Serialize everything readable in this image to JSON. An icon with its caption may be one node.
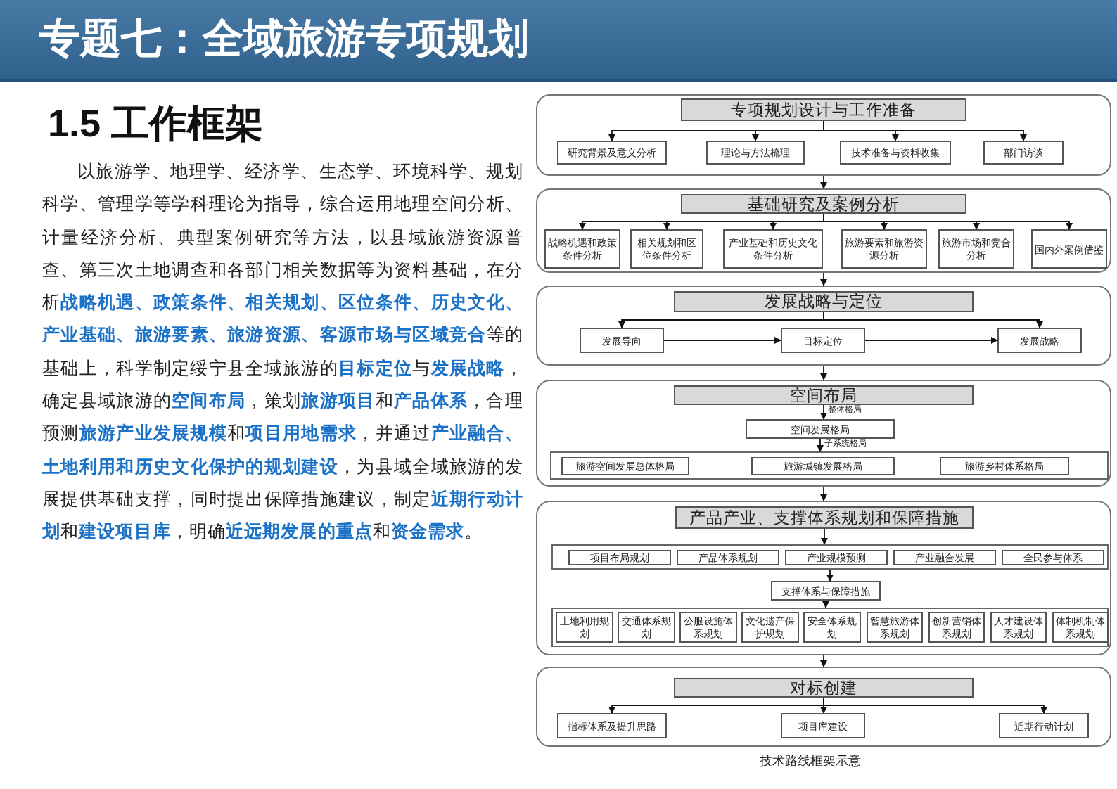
{
  "diagram": {
    "title": "专题七：全域旅游专项规划",
    "caption": "技术路线框架示意",
    "nodes": [
      {
        "text": [],
        "shape": "box"
      },
      {
        "text": [
          "专项规划设计与工作准备"
        ],
        "in": 0
      },
      {
        "text": [
          "研究背景及意义分析"
        ],
        "in": 0
      },
      {
        "text": [
          "理论与方法梳理"
        ],
        "in": 0
      },
      {
        "text": [
          "技术准备与资料收集"
        ],
        "in": 0
      },
      {
        "text": [
          "部门访谈"
        ],
        "in": 0
      },
      {
        "text": [],
        "shape": "box"
      },
      {
        "text": [
          "基础研究及案例分析"
        ],
        "in": 6
      },
      {
        "text": [
          "战略机遇和政策条件分析"
        ],
        "in": 6
      },
      {
        "text": [
          "相关规划和区位条件分析"
        ],
        "in": 6
      },
      {
        "text": [
          "产业基础和历史文化条件分析"
        ],
        "in": 6
      },
      {
        "text": [
          "旅游要素和旅游资源分析"
        ],
        "in": 6
      },
      {
        "text": [
          "旅游市场和竞合分析"
        ],
        "in": 6
      },
      {
        "text": [
          "国内外案例借鉴"
        ],
        "in": 6
      },
      {
        "text": [],
        "shape": "box"
      },
      {
        "text": [
          "发展战略与定位"
        ],
        "in": 14
      },
      {
        "text": [
          "发展导向"
        ],
        "in": 14
      },
      {
        "text": [
          "目标定位"
        ],
        "in": 14
      },
      {
        "text": [
          "发展战略"
        ],
        "in": 14
      },
      {
        "text": [],
        "shape": "box"
      },
      {
        "text": [
          "空间布局"
        ],
        "in": 19
      },
      {
        "text": [
          "空间发展格局"
        ],
        "in": 19
      },
      {
        "text": [],
        "shape": "box",
        "in": 19
      },
      {
        "text": [
          "旅游空间发展总体格局"
        ],
        "in": 22
      },
      {
        "text": [
          "旅游城镇发展格局"
        ],
        "in": 22
      },
      {
        "text": [
          "旅游乡村体系格局"
        ],
        "in": 22
      },
      {
        "text": [],
        "shape": "box"
      },
      {
        "text": [
          "产品产业、支撑体系规划和保障措施"
        ],
        "in": 26
      },
      {
        "text": [],
        "shape": "box",
        "in": 26
      },
      {
        "text": [
          "项目布局规划"
        ],
        "in": 28
      },
      {
        "text": [
          "产品体系规划"
        ],
        "in": 28
      },
      {
        "text": [
          "产业规模预测"
        ],
        "in": 28
      },
      {
        "text": [
          "产业融合发展"
        ],
        "in": 28
      },
      {
        "text": [
          "全民参与体系"
        ],
        "in": 28
      },
      {
        "text": [
          "支撑体系与保障措施"
        ],
        "in": 26
      },
      {
        "text": [],
        "shape": "box",
        "in": 26
      },
      {
        "text": [
          "土地利用规划"
        ],
        "in": 35
      },
      {
        "text": [
          "交通体系规划"
        ],
        "in": 35
      },
      {
        "text": [
          "公服设施体系规划"
        ],
        "in": 35
      },
      {
        "text": [
          "文化遗产保护规划"
        ],
        "in": 35
      },
      {
        "text": [
          "安全体系规划"
        ],
        "in": 35
      },
      {
        "text": [
          "智慧旅游体系规划"
        ],
        "in": 35
      },
      {
        "text": [
          "创新营销体系规划"
        ],
        "in": 35
      },
      {
        "text": [
          "人才建设体系规划"
        ],
        "in": 35
      },
      {
        "text": [
          "体制机制体系规划"
        ],
        "in": 35
      },
      {
        "text": [],
        "shape": "box"
      },
      {
        "text": [
          "对标创建"
        ],
        "in": 45
      },
      {
        "text": [
          "指标体系及提升思路"
        ],
        "in": 45
      },
      {
        "text": [
          "项目库建设"
        ],
        "in": 45
      },
      {
        "text": [
          "近期行动计划"
        ],
        "in": 45
      }
    ],
    "edges": [
      {
        "from": 1,
        "to": 2,
        "arrow": "to"
      },
      {
        "from": 1,
        "to": 3,
        "arrow": "to"
      },
      {
        "from": 1,
        "to": 4,
        "arrow": "to"
      },
      {
        "from": 1,
        "to": 5,
        "arrow": "to"
      },
      {
        "from": 0,
        "to": 6,
        "arrow": "to"
      },
      {
        "from": 7,
        "to": 8,
        "arrow": "to"
      },
      {
        "from": 7,
        "to": 9,
        "arrow": "to"
      },
      {
        "from": 7,
        "to": 10,
        "arrow": "to"
      },
      {
        "from": 7,
        "to": 11,
        "arrow": "to"
      },
      {
        "from": 7,
        "to": 12,
        "arrow": "to"
      },
      {
        "from": 7,
        "to": 13,
        "arrow": "to"
      },
      {
        "from": 6,
        "to": 14,
        "arrow": "to"
      },
      {
        "from": 15,
        "to": 16,
        "arrow": "to"
      },
      {
        "from": 15,
        "to": 18,
        "arrow": "to"
      },
      {
        "from": 16,
        "to": 17,
        "arrow": "to"
      },
      {
        "from": 17,
        "to": 18,
        "arrow": "to"
      },
      {
        "from": 14,
        "to": 19,
        "arrow": "to"
      },
      {
        "from": 20,
        "to": 21,
        "arrow": "to",
        "label": "整体格局"
      },
      {
        "from": 21,
        "to": 22,
        "arrow": "to",
        "label": "子系统格局"
      },
      {
        "from": 19,
        "to": 26,
        "arrow": "to"
      },
      {
        "from": 27,
        "to": 28,
        "arrow": "to"
      },
      {
        "from": 28,
        "to": 34,
        "arrow": "to"
      },
      {
        "from": 34,
        "to": 35,
        "arrow": "to"
      },
      {
        "from": 26,
        "to": 45,
        "arrow": "to"
      },
      {
        "from": 46,
        "to": 47,
        "arrow": "to"
      },
      {
        "from": 46,
        "to": 48,
        "arrow": "to"
      },
      {
        "from": 46,
        "to": 49,
        "arrow": "to"
      }
    ],
    "labels": [
      "1.5 工作框架",
      "以旅游学、地理学、经济学、生态学、环境科学、规划科学、管理学等学科理论为指导，综合运用地理空间分析、计量经济分析、典型案例研究等方法，以县域旅游资源普查、第三次土地调查和各部门相关数据等为资料基础，在分析**战略机遇、政策条件、相关规划、区位条件、历史文化、产业基础、旅游要素、旅游资源、客源市场与区域竞合**等的基础上，科学制定绥宁县全域旅游的**目标定位**与**发展战略**，确定县域旅游的**空间布局**，策划**旅游项目**和**产品体系**，合理预测**旅游产业发展规模**和**项目用地需求**，并通过**产业融合、土地利用和历史文化保护的规划建设**，为县域全域旅游的发展提供基础支撑，同时提出保障措施建议，制定**近期行动计划**和**建设项目库**，明确**近远期发展的重点**和**资金需求**。"
    ]
  }
}
